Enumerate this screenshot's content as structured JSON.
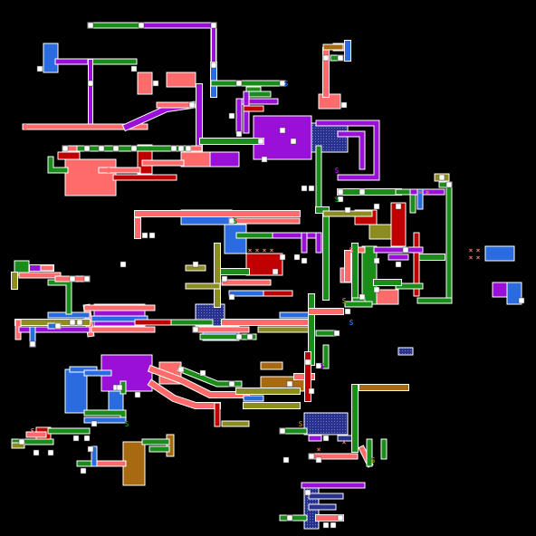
{
  "map": {
    "title": "",
    "background": "#000000",
    "palette": {
      "salmon": "#ff6b6b",
      "green": "#1a8c1a",
      "purple": "#9a10d8",
      "blue": "#2a6ce0",
      "navy": "#28318c",
      "red": "#c00000",
      "olive": "#8c8c20",
      "brown": "#a86a10",
      "node": "#ffffff",
      "edge": "#ffffff"
    },
    "markers": [
      {
        "text": "S",
        "color": "#ff6b6b"
      },
      {
        "text": "S",
        "color": "#1a8c1a"
      },
      {
        "text": "S",
        "color": "#2a6ce0"
      },
      {
        "text": "S",
        "color": "#ff6b6b"
      },
      {
        "text": "S",
        "color": "#1a8c1a"
      },
      {
        "text": "S",
        "color": "#9a10d8"
      },
      {
        "text": "S",
        "color": "#ff6b6b"
      },
      {
        "text": "S",
        "color": "#2a6ce0"
      },
      {
        "text": "S",
        "color": "#a86a10"
      },
      {
        "text": "S",
        "color": "#9a10d8"
      },
      {
        "text": "S",
        "color": "#1a8c1a"
      },
      {
        "text": "S",
        "color": "#8c8c20"
      },
      {
        "text": "S",
        "color": "#ff6b6b"
      },
      {
        "text": "S",
        "color": "#8c8c20"
      },
      {
        "text": "S",
        "color": "#1a8c1a"
      }
    ]
  }
}
